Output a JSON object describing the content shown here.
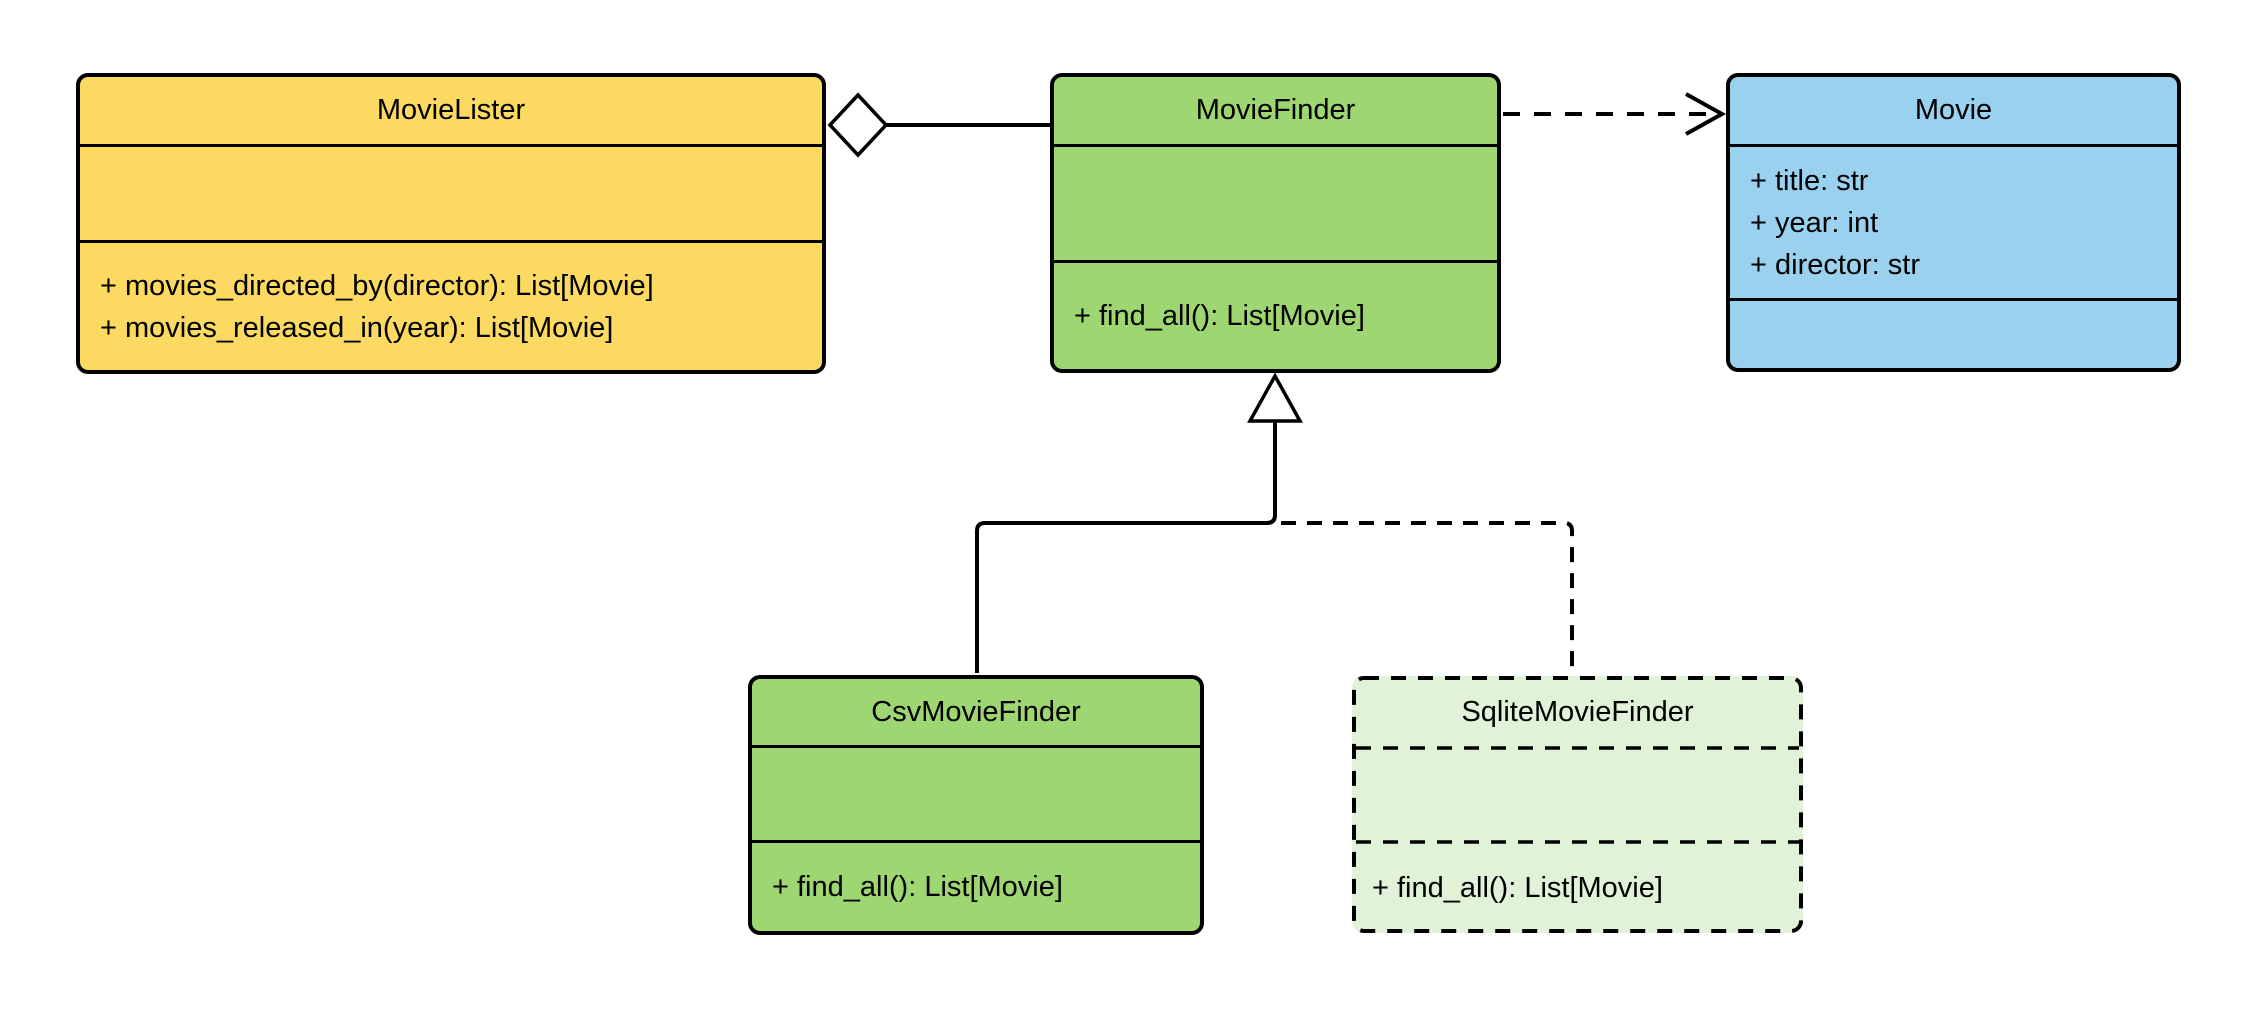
{
  "diagram": {
    "kind": "uml-class-diagram",
    "classes": {
      "movie_lister": {
        "name": "MovieLister",
        "attributes": [],
        "methods": [
          "+ movies_directed_by(director): List[Movie]",
          "+ movies_released_in(year): List[Movie]"
        ]
      },
      "movie_finder": {
        "name": "MovieFinder",
        "attributes": [],
        "methods": [
          "+ find_all(): List[Movie]"
        ]
      },
      "movie": {
        "name": "Movie",
        "attributes": [
          "+ title: str",
          "+ year: int",
          "+ director: str"
        ],
        "methods": []
      },
      "csv_movie_finder": {
        "name": "CsvMovieFinder",
        "attributes": [],
        "methods": [
          "+ find_all(): List[Movie]"
        ]
      },
      "sqlite_movie_finder": {
        "name": "SqliteMovieFinder",
        "attributes": [],
        "methods": [
          "+ find_all(): List[Movie]"
        ]
      }
    },
    "relationships": [
      {
        "type": "aggregation",
        "from": "MovieLister",
        "to": "MovieFinder",
        "line": "solid",
        "marker": "open-diamond-at-MovieLister"
      },
      {
        "type": "dependency",
        "from": "MovieFinder",
        "to": "Movie",
        "line": "dashed",
        "marker": "open-arrow-at-Movie"
      },
      {
        "type": "generalization",
        "from": "CsvMovieFinder",
        "to": "MovieFinder",
        "line": "solid",
        "marker": "hollow-triangle-at-MovieFinder"
      },
      {
        "type": "generalization",
        "from": "SqliteMovieFinder",
        "to": "MovieFinder",
        "line": "dashed",
        "marker": "hollow-triangle-at-MovieFinder"
      }
    ],
    "colors": {
      "movie_lister_fill": "#FCDA62",
      "movie_finder_fill": "#9ED672",
      "movie_fill": "#99D1EF",
      "csv_movie_finder_fill": "#9ED672",
      "sqlite_movie_finder_fill": "#E0F2D8",
      "stroke": "#000000",
      "text": "#000000",
      "background": "#FFFFFF"
    }
  }
}
